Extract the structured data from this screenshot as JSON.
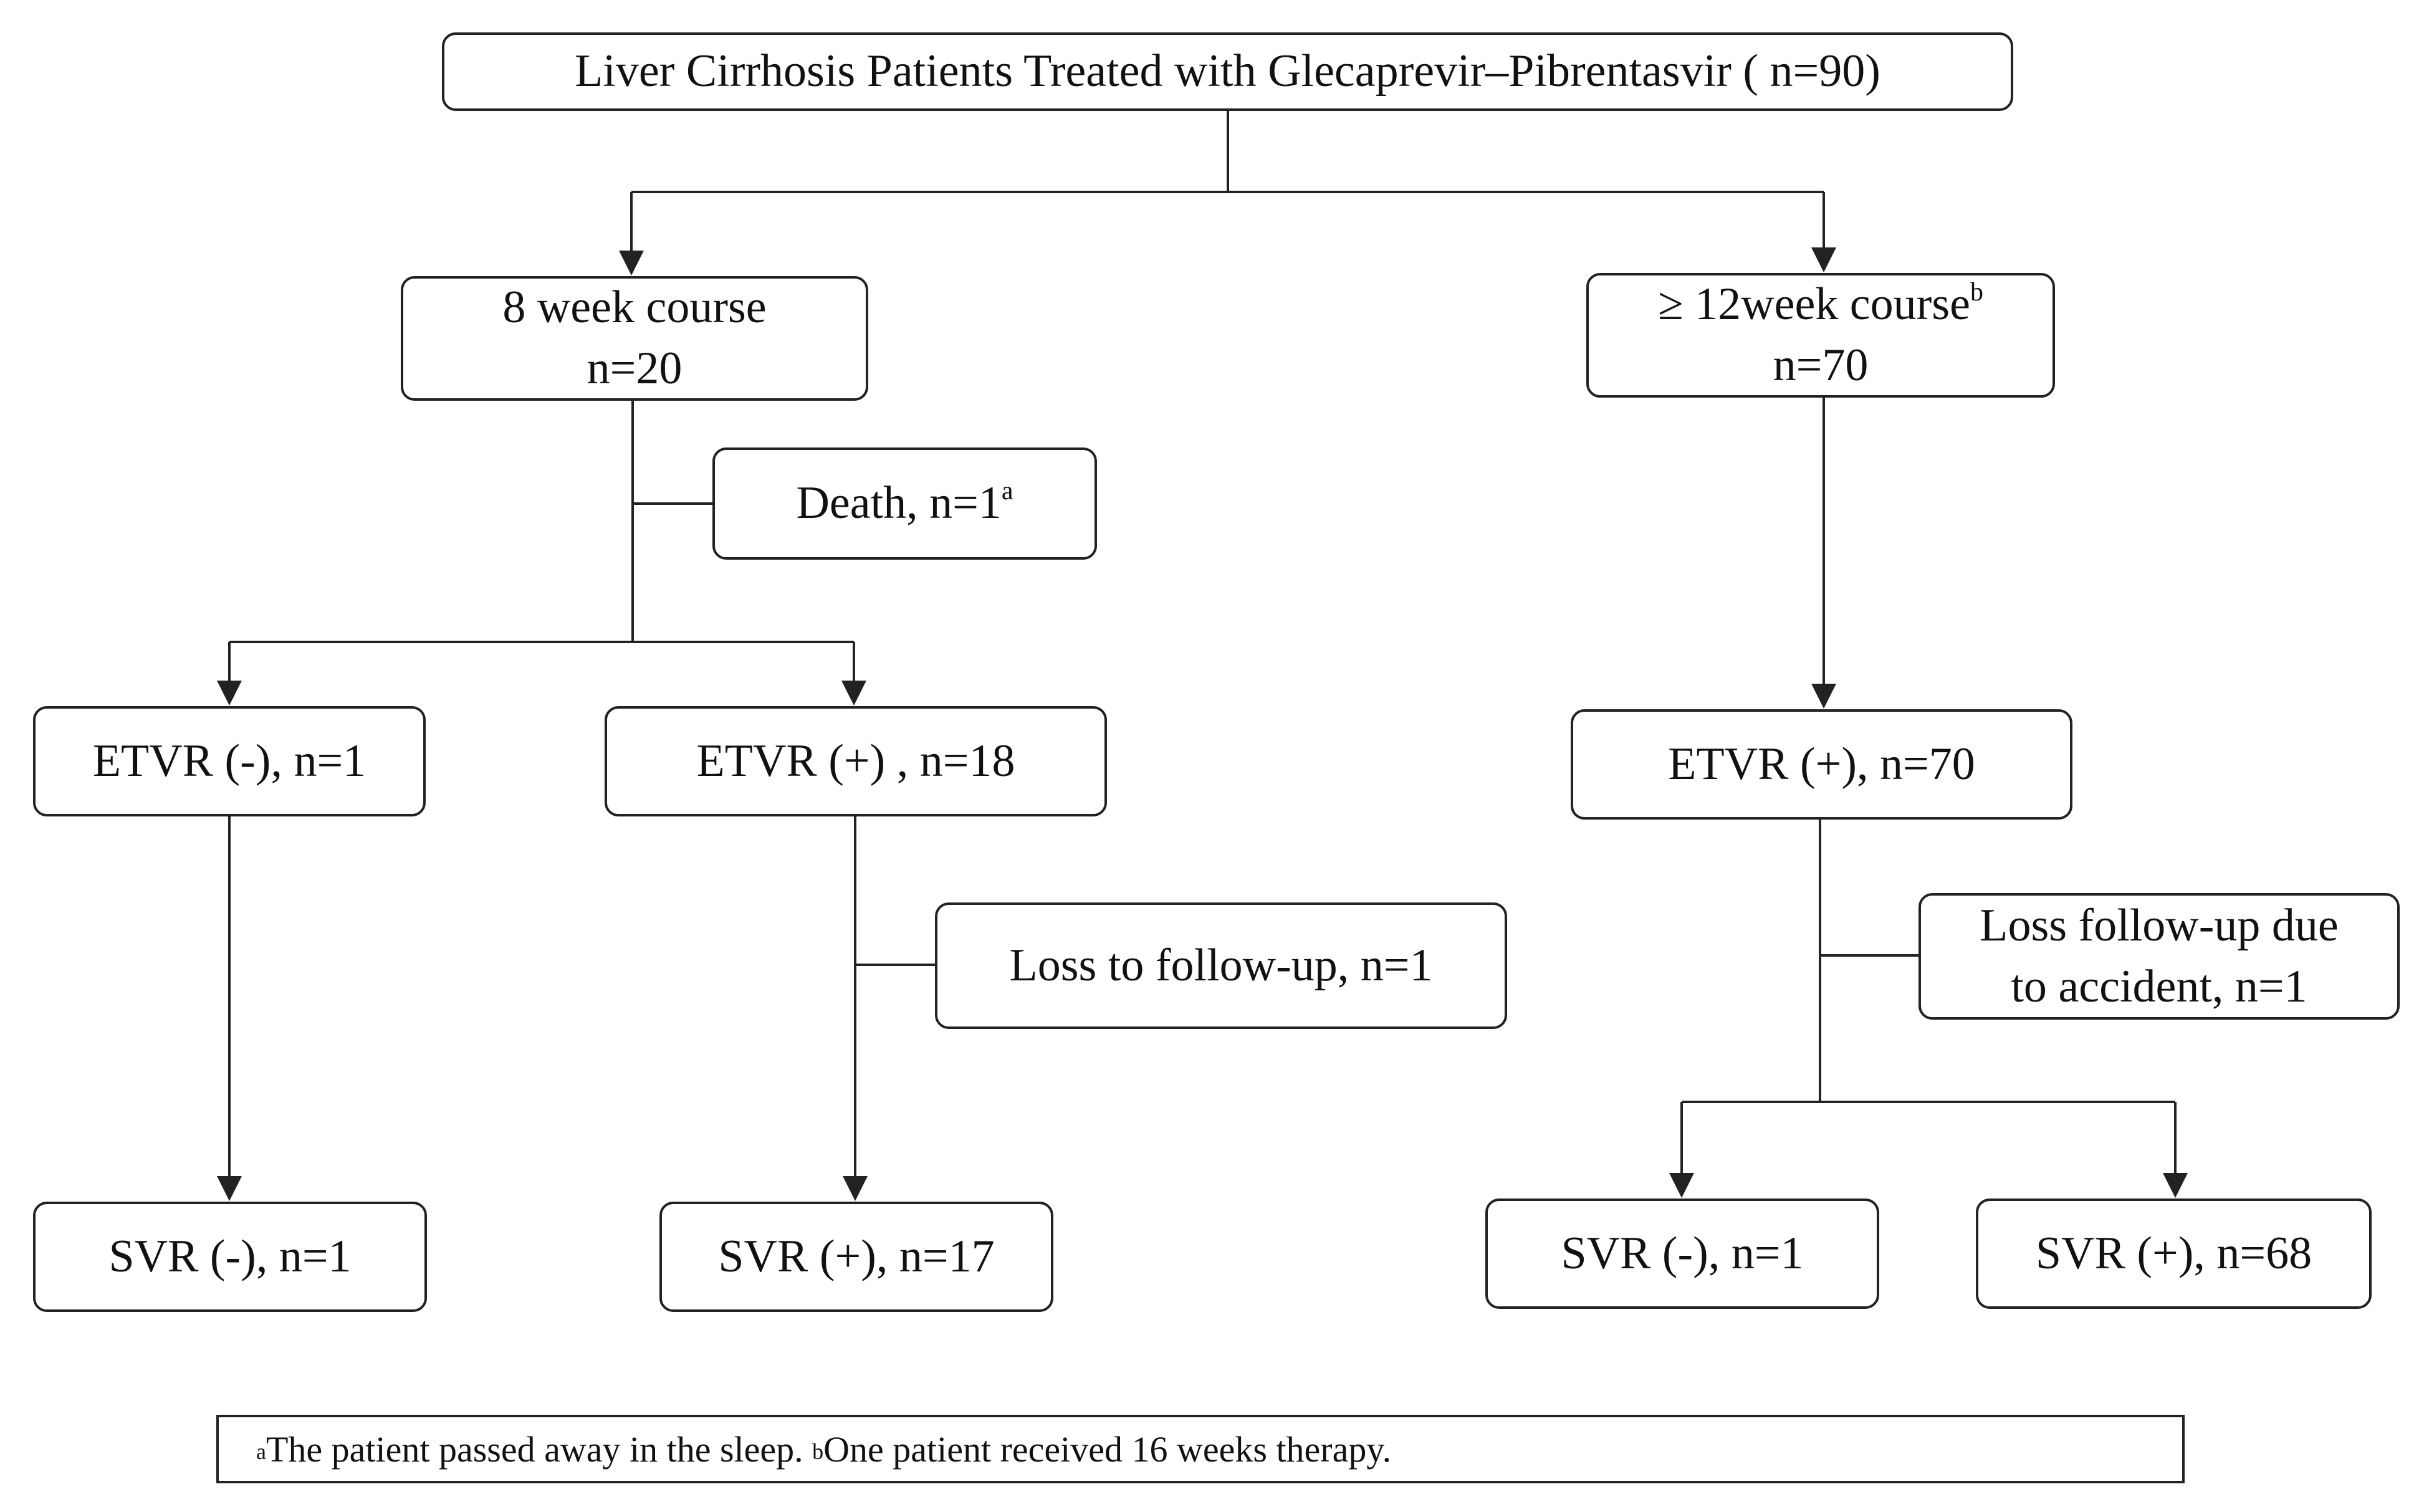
{
  "nodes": {
    "root": "Liver Cirrhosis Patients Treated with Glecaprevir–Pibrentasvir ( n=90)",
    "eight_week": {
      "line1": "8 week course",
      "line2": "n=20"
    },
    "twelve_week": {
      "line1": "≥ 12week course",
      "line1_sup": "b",
      "line2": "n=70"
    },
    "death": {
      "text": "Death, n=1",
      "sup": "a"
    },
    "etvr_neg_left": "ETVR (-), n=1",
    "etvr_pos_left": "ETVR (+) , n=18",
    "etvr_pos_right": "ETVR (+), n=70",
    "loss_follow_up": "Loss to follow-up, n=1",
    "loss_accident": {
      "line1": "Loss follow-up due",
      "line2": "to accident, n=1"
    },
    "svr_neg_left": "SVR (-), n=1",
    "svr_pos_left": "SVR (+), n=17",
    "svr_neg_right": "SVR (-), n=1",
    "svr_pos_right": "SVR (+), n=68"
  },
  "footnote": {
    "a_mark": "a",
    "a_text": "The patient passed away in the sleep.",
    "b_mark": "b",
    "b_text": "One patient received 16 weeks therapy."
  },
  "colors": {
    "line": "#222222",
    "background": "#ffffff",
    "text": "#111111"
  }
}
